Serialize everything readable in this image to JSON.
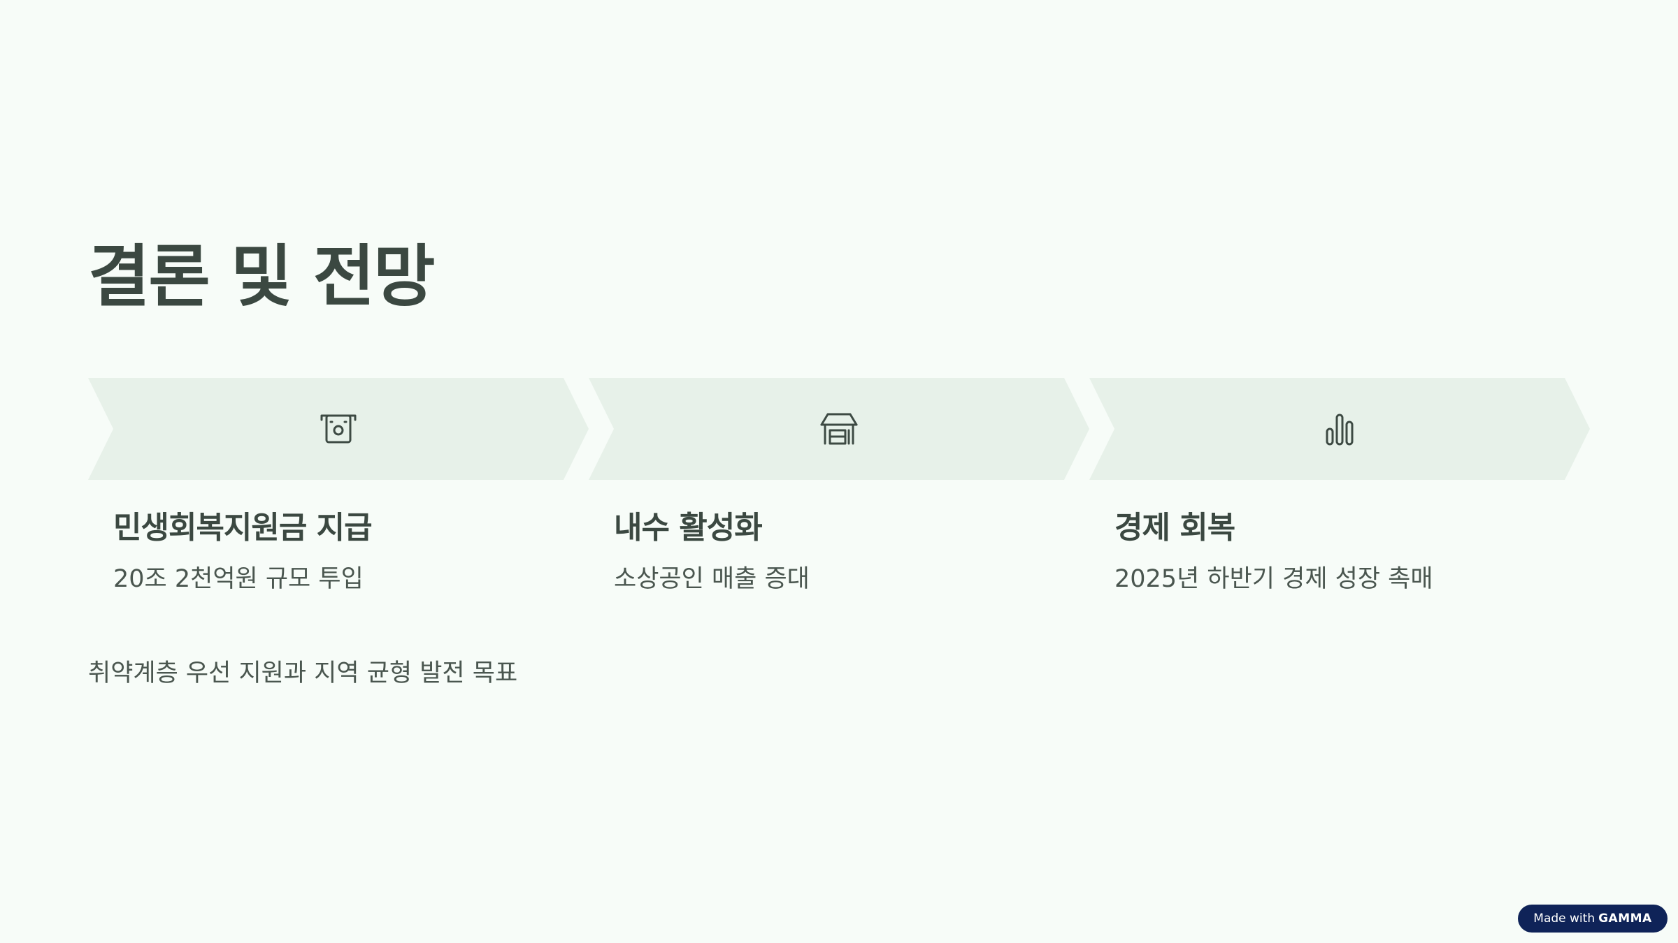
{
  "slide": {
    "title": "결론 및 전망",
    "summary": "취약계층 우선 지원과 지역 균형 발전 목표"
  },
  "steps": [
    {
      "icon": "atm-cash-icon",
      "title": "민생회복지원금 지급",
      "description": "20조 2천억원 규모 투입"
    },
    {
      "icon": "storefront-icon",
      "title": "내수 활성화",
      "description": "소상공인 매출 증대"
    },
    {
      "icon": "bar-chart-icon",
      "title": "경제 회복",
      "description": "2025년 하반기 경제 성장 촉매"
    }
  ],
  "badge": {
    "prefix": "Made with",
    "brand": "GAMMA"
  },
  "colors": {
    "background": "#f7fcf8",
    "chevron_fill": "#e7f1e9",
    "text": "#3b4841",
    "badge_background": "#0f2358"
  }
}
